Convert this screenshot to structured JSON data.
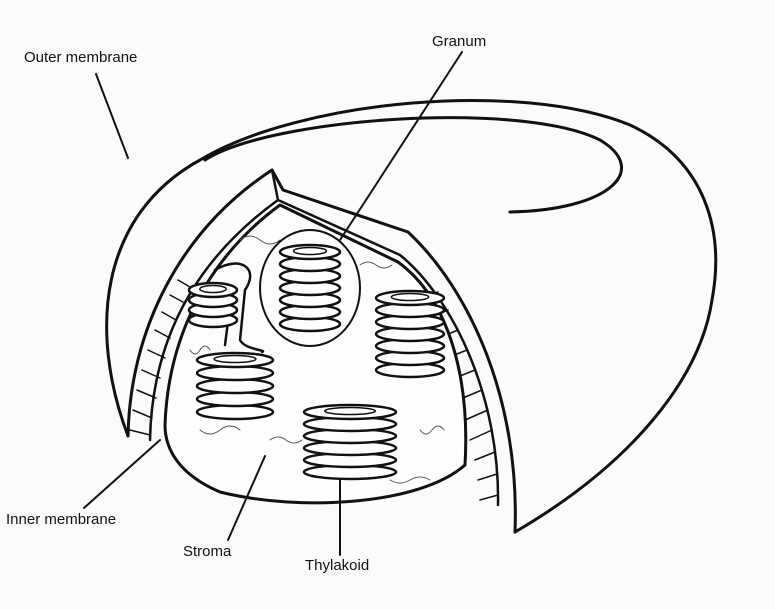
{
  "labels": {
    "outer_membrane": "Outer membrane",
    "granum": "Granum",
    "inner_membrane": "Inner membrane",
    "stroma": "Stroma",
    "thylakoid": "Thylakoid"
  }
}
